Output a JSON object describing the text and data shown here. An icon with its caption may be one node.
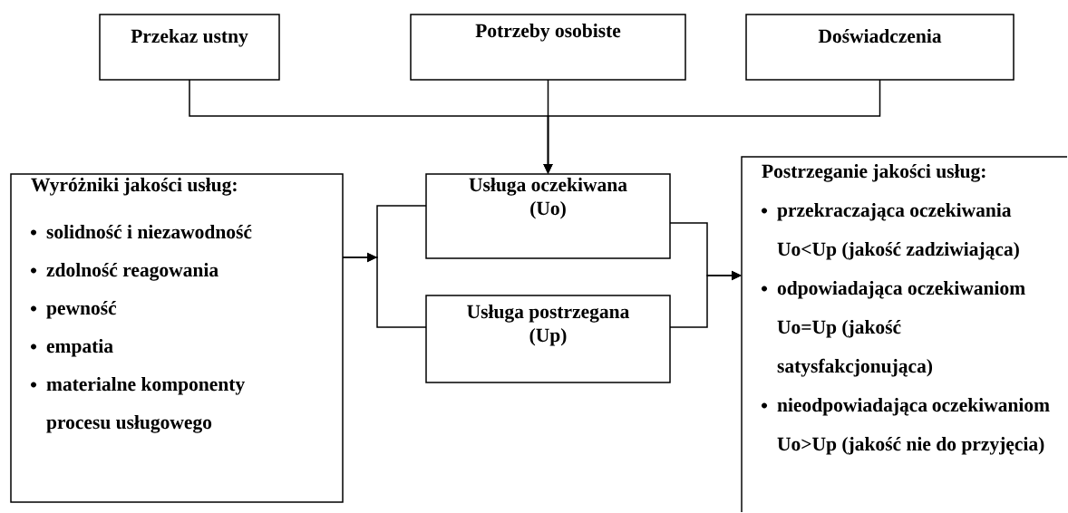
{
  "diagram": {
    "nodes": [
      {
        "text": [
          "Przekaz ustny"
        ]
      },
      {
        "text": [
          "Potrzeby osobiste"
        ]
      },
      {
        "text": [
          "Doświadczenia"
        ]
      },
      {
        "text": [
          "Wyróżniki jakości usług:",
          "solidność i niezawodność",
          "zdolność reagowania",
          "pewność",
          "empatia",
          "materialne komponenty procesu usługowego"
        ]
      },
      {
        "text": [
          "Usługa oczekiwana (Uo)"
        ]
      },
      {
        "text": [
          "Usługa postrzegana (Up)"
        ]
      },
      {
        "text": [
          "Postrzeganie jakości usług:",
          "przekraczająca oczekiwania Uo<Up (jakość zadziwiająca)",
          "odpowiadająca oczekiwaniom Uo=Up (jakość satysfakcjonująca)",
          "nieodpowiadająca oczekiwaniom Uo>Up (jakość nie do przyjęcia)"
        ]
      }
    ],
    "edges": [
      {
        "from": 0,
        "to": 4,
        "arrow": "to"
      },
      {
        "from": 1,
        "to": 4,
        "arrow": "to"
      },
      {
        "from": 2,
        "to": 4,
        "arrow": "to"
      },
      {
        "from": 3,
        "to": 4,
        "arrow": "to"
      },
      {
        "from": 3,
        "to": 5,
        "arrow": "to"
      },
      {
        "from": 4,
        "to": 6,
        "arrow": "to"
      },
      {
        "from": 5,
        "to": 6,
        "arrow": "to"
      }
    ]
  }
}
